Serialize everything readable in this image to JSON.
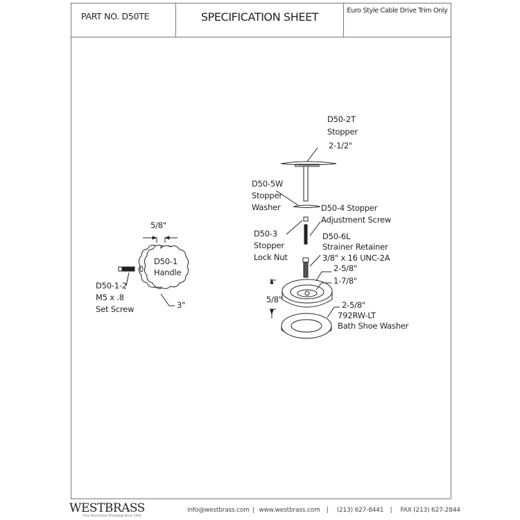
{
  "header": {
    "part_number": "PART NO.  D50TE",
    "title": "SPECIFICATION SHEET",
    "subtitle": "Euro Style Cable Drive Trim Only"
  },
  "handle_assembly": {
    "handle_width": "5/8\"",
    "handle_part": "D50-1",
    "handle_name": "Handle",
    "handle_diameter": "3\"",
    "set_screw_part": "D50-1-2",
    "set_screw_spec": "M5 x .8",
    "set_screw_name": "Set Screw"
  },
  "drain_assembly": {
    "stopper_part": "D50-2T",
    "stopper_name": "Stopper",
    "stopper_size": "2-1/2\"",
    "washer_part": "D50-5W",
    "washer_line1": "Stopper",
    "washer_line2": "Washer",
    "adjust_line1": "D50-4 Stopper",
    "adjust_line2": "Adjustment Screw",
    "locknut_part": "D50-3",
    "locknut_line1": "Stopper",
    "locknut_line2": "Lock Nut",
    "retainer_part": "D50-6L",
    "retainer_name": "Strainer Retainer",
    "retainer_spec": "3/8\" x 16 UNC-2A",
    "flange_outer": "2-5/8\"",
    "flange_inner": "1-7/8\"",
    "flange_height": "5/8\"",
    "shoe_washer_size": "2-5/8\"",
    "shoe_washer_part": "792RW-LT",
    "shoe_washer_name": "Bath Shoe Washer"
  },
  "footer": {
    "brand": "WESTBRASS",
    "tagline": "Fine Decorative Plumbing Since 1935",
    "email": "info@westbrass.com",
    "website": "www.westbrass.com",
    "phone": "(213) 627-8441",
    "fax": "FAX (213) 627-2844",
    "sep1": "|",
    "sep2": "|",
    "sep3": "|"
  }
}
